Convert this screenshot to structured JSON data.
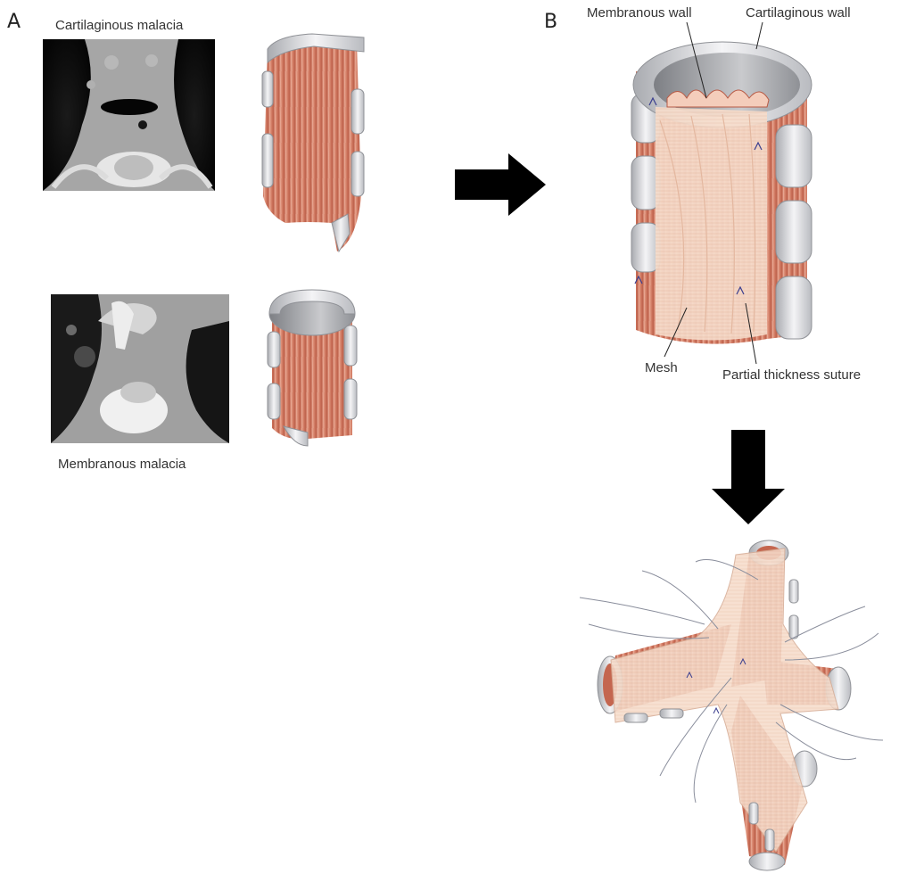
{
  "panels": {
    "a": {
      "letter": "A"
    },
    "b": {
      "letter": "B"
    }
  },
  "labels": {
    "cartilaginous_malacia": "Cartilaginous malacia",
    "membranous_malacia": "Membranous malacia",
    "membranous_wall": "Membranous wall",
    "cartilaginous_wall": "Cartilaginous wall",
    "mesh": "Mesh",
    "partial_thickness_suture": "Partial thickness suture"
  },
  "colors": {
    "muscle": "#d9806a",
    "muscle_dark": "#b85a45",
    "cartilage": "#e8e8ea",
    "cartilage_shadow": "#a9abb0",
    "mesh": "#f6dccb",
    "arrow": "#000000",
    "ct_dark": "#111111",
    "ct_mid": "#9a9a9a"
  }
}
